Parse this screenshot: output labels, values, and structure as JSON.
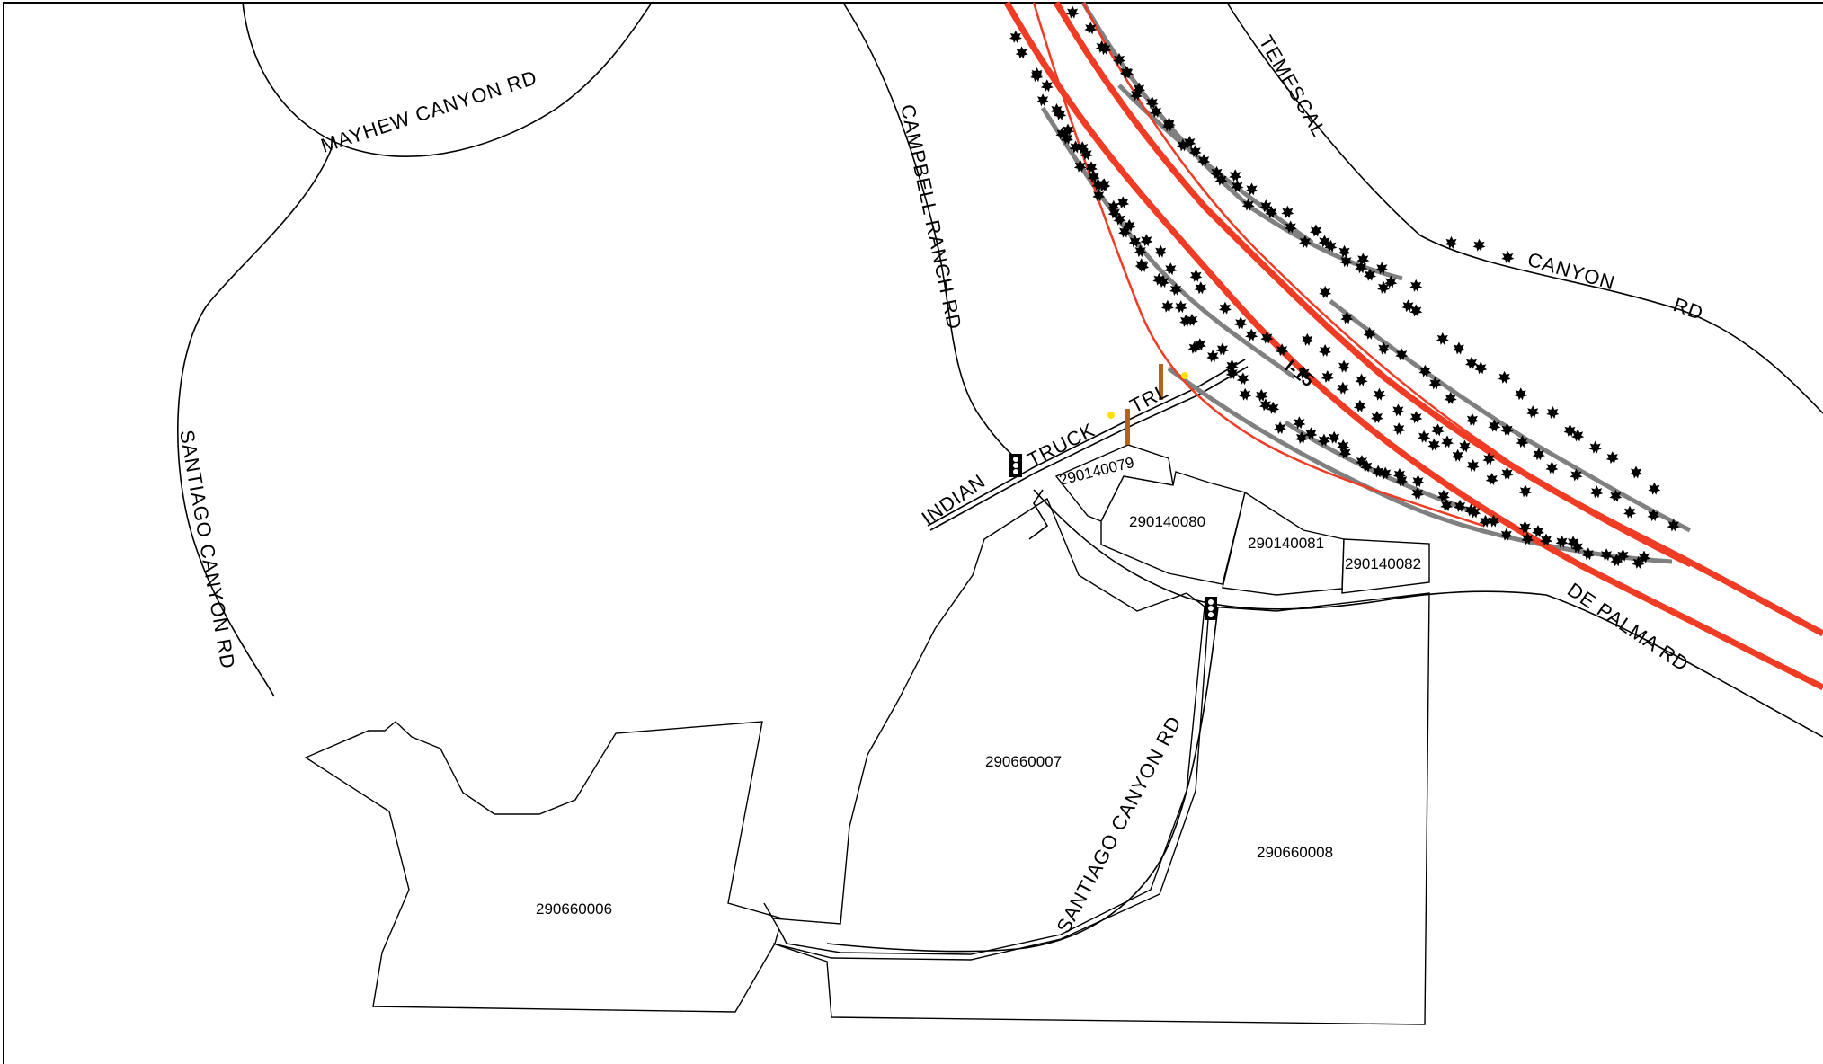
{
  "colors": {
    "highway": "#f03c24",
    "ramp": "#808080",
    "road": "#000000",
    "sign": "#b0641e",
    "background": "#ffffff"
  },
  "roads": {
    "mayhew": "MAYHEW CANYON RD",
    "campbell": "CAMPBELL RANCH RD",
    "santiago_west": "SANTIAGO CANYON RD",
    "temescal": "TEMESCAL",
    "canyon": "CANYON",
    "rd": "RD",
    "interstate": "I-15",
    "indian": "INDIAN",
    "truck": "TRUCK",
    "trl": "TRL",
    "depalma": "DE PALMA RD",
    "santiago_south": "SANTIAGO CANYON RD"
  },
  "parcels": [
    {
      "id": "290140079"
    },
    {
      "id": "290140080"
    },
    {
      "id": "290140081"
    },
    {
      "id": "290140082"
    },
    {
      "id": "290660007"
    },
    {
      "id": "290660008"
    },
    {
      "id": "290660006"
    }
  ],
  "icons": [
    "traffic-signal-icon",
    "tree-icon",
    "sign-post-icon"
  ]
}
